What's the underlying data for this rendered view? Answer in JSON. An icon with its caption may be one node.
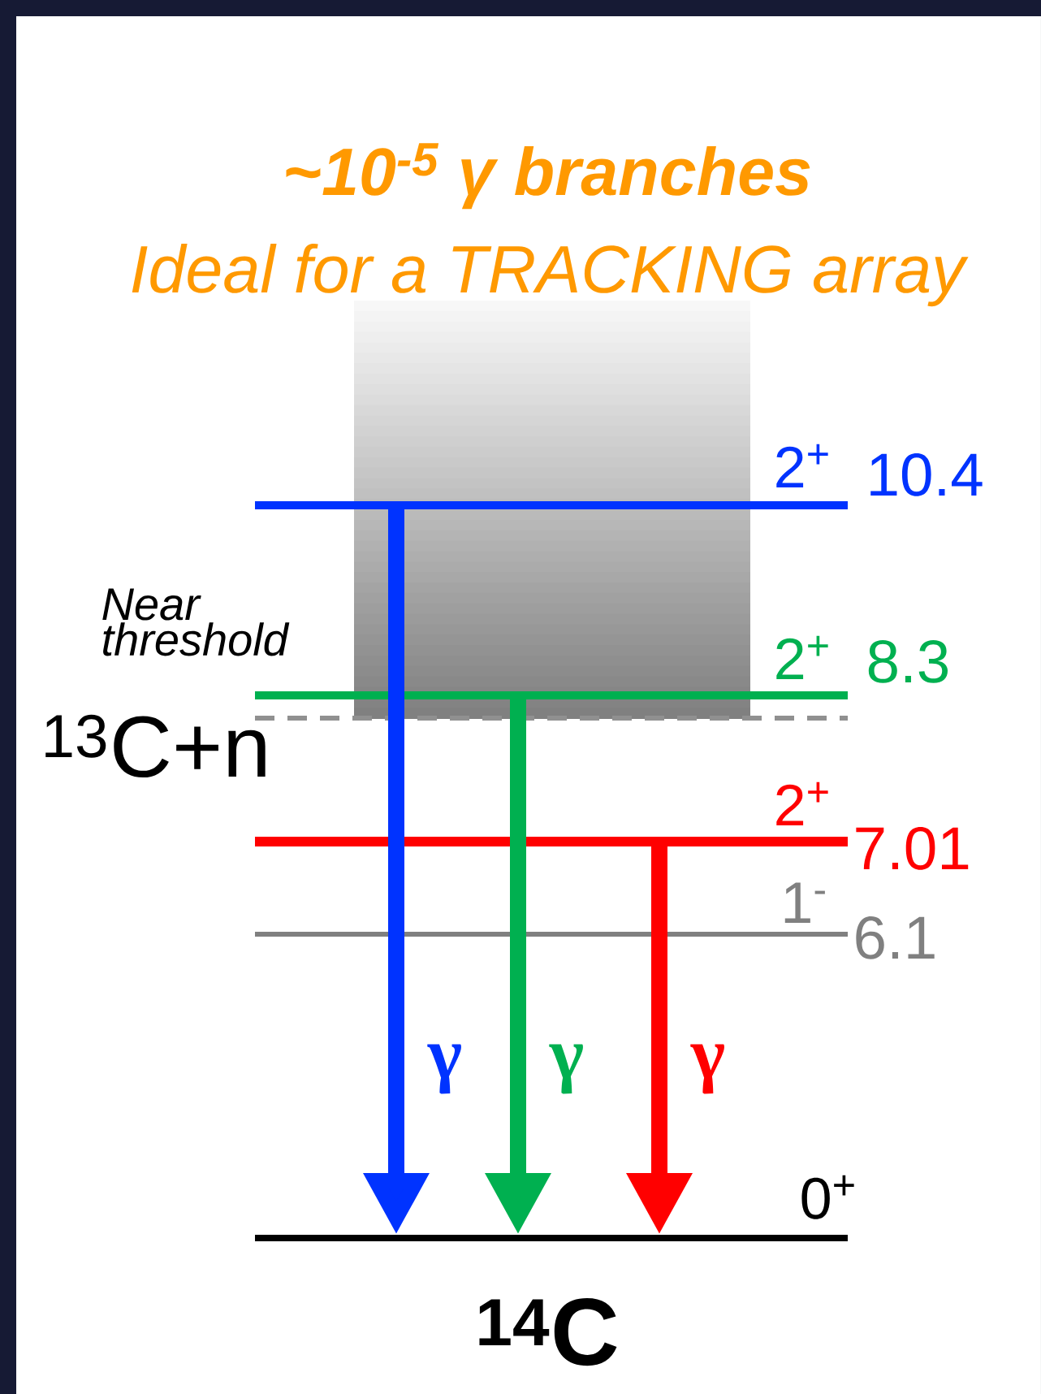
{
  "diagram": {
    "title": "~10$^{-5}$ γ branches",
    "nodes": [
      {
        "text": [
          "2$^{+}$",
          "10.4"
        ]
      },
      {
        "text": [
          "2$^{+}$",
          "8.3"
        ]
      },
      {
        "text": [
          "2$^{+}$",
          "7.01"
        ]
      },
      {
        "text": [
          "1$^{-}$",
          "6.1"
        ]
      },
      {
        "text": [
          "0$^{+}$",
          "$^{14}$C"
        ]
      }
    ],
    "edges": [
      {
        "from": 0,
        "to": 4,
        "arrow": "to",
        "label": "γ",
        "color": "#0033ff"
      },
      {
        "from": 1,
        "to": 4,
        "arrow": "to",
        "label": "γ",
        "color": "#00b050"
      },
      {
        "from": 2,
        "to": 4,
        "arrow": "to",
        "label": "γ",
        "color": "#ff0000"
      }
    ],
    "labels": [
      "Ideal for a TRACKING array",
      "Near threshold",
      "$^{13}$C+n"
    ]
  }
}
